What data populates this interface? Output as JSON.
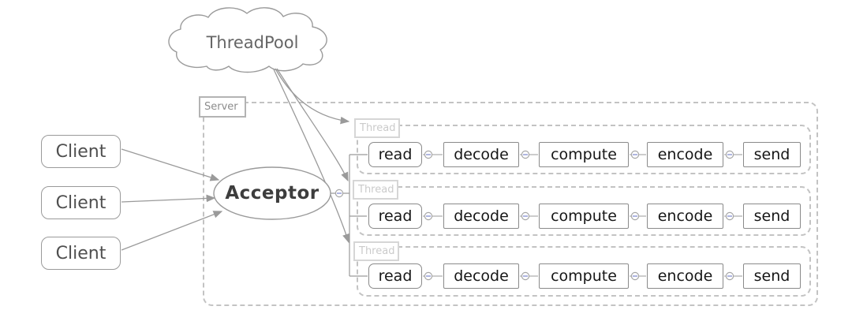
{
  "cloud": {
    "label": "ThreadPool"
  },
  "clients": [
    {
      "label": "Client"
    },
    {
      "label": "Client"
    },
    {
      "label": "Client"
    }
  ],
  "server": {
    "label": "Server"
  },
  "acceptor": {
    "label": "Acceptor"
  },
  "threads": [
    {
      "label": "Thread",
      "stages": [
        "read",
        "decode",
        "compute",
        "encode",
        "send"
      ]
    },
    {
      "label": "Thread",
      "stages": [
        "read",
        "decode",
        "compute",
        "encode",
        "send"
      ]
    },
    {
      "label": "Thread",
      "stages": [
        "read",
        "decode",
        "compute",
        "encode",
        "send"
      ]
    }
  ],
  "colors": {
    "line_gray": "#9a9a9a",
    "box_border_gray": "#8a8a8a",
    "dashed_border_gray": "#c3c3c3",
    "thread_label_gray": "#cbcbcb",
    "server_label_gray": "#8c8c8c",
    "connector_circle_gray": "#a6a6a6",
    "connector_dash_blue": "#8d96d6",
    "stage_text": "#161616",
    "client_text": "#4f4f4f",
    "acceptor_text": "#3d3d3d",
    "cloud_text": "#666666"
  }
}
